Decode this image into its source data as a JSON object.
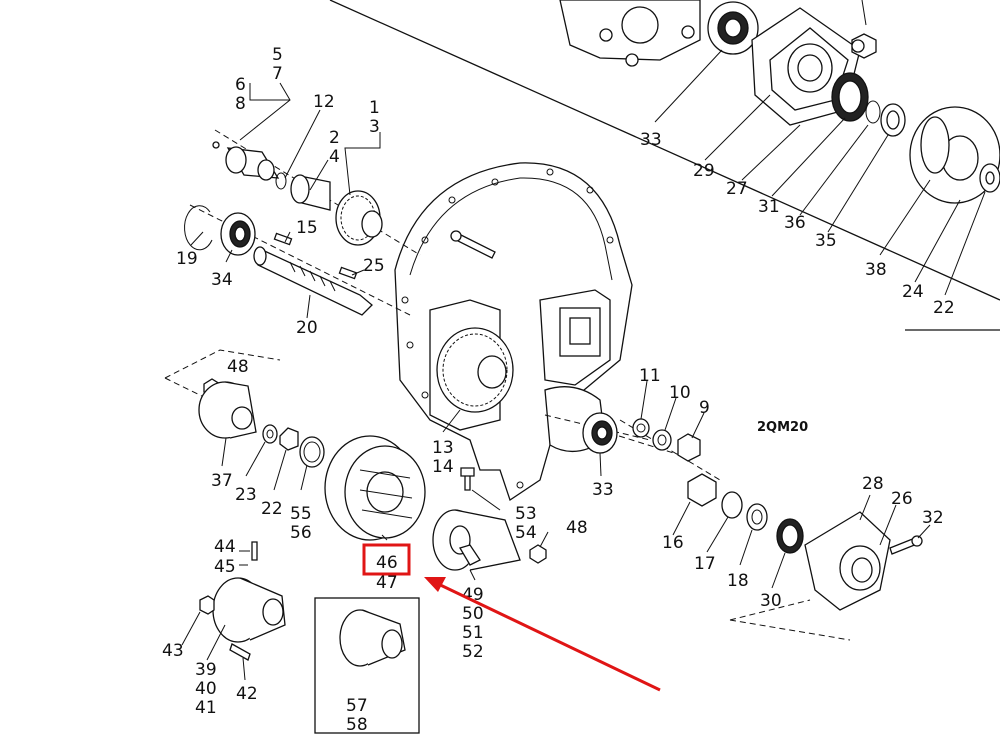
{
  "model_label": "2QM20",
  "highlight_color": "#e01515",
  "callouts": [
    {
      "id": "c5",
      "text": "5"
    },
    {
      "id": "c7",
      "text": "7"
    },
    {
      "id": "c6",
      "text": "6"
    },
    {
      "id": "c8",
      "text": "8"
    },
    {
      "id": "c12",
      "text": "12"
    },
    {
      "id": "c1",
      "text": "1"
    },
    {
      "id": "c3",
      "text": "3"
    },
    {
      "id": "c2",
      "text": "2"
    },
    {
      "id": "c4",
      "text": "4"
    },
    {
      "id": "c15",
      "text": "15"
    },
    {
      "id": "c19",
      "text": "19"
    },
    {
      "id": "c34",
      "text": "34"
    },
    {
      "id": "c25",
      "text": "25"
    },
    {
      "id": "c20",
      "text": "20"
    },
    {
      "id": "c48a",
      "text": "48"
    },
    {
      "id": "c37",
      "text": "37"
    },
    {
      "id": "c23",
      "text": "23"
    },
    {
      "id": "c22a",
      "text": "22"
    },
    {
      "id": "c55",
      "text": "55"
    },
    {
      "id": "c56",
      "text": "56"
    },
    {
      "id": "c13",
      "text": "13"
    },
    {
      "id": "c14",
      "text": "14"
    },
    {
      "id": "c33a",
      "text": "33"
    },
    {
      "id": "c11",
      "text": "11"
    },
    {
      "id": "c10",
      "text": "10"
    },
    {
      "id": "c9",
      "text": "9"
    },
    {
      "id": "c53",
      "text": "53"
    },
    {
      "id": "c54",
      "text": "54"
    },
    {
      "id": "c48b",
      "text": "48"
    },
    {
      "id": "c46",
      "text": "46"
    },
    {
      "id": "c47",
      "text": "47"
    },
    {
      "id": "c49",
      "text": "49"
    },
    {
      "id": "c50",
      "text": "50"
    },
    {
      "id": "c51",
      "text": "51"
    },
    {
      "id": "c52",
      "text": "52"
    },
    {
      "id": "c44",
      "text": "44"
    },
    {
      "id": "c45",
      "text": "45"
    },
    {
      "id": "c43",
      "text": "43"
    },
    {
      "id": "c39",
      "text": "39"
    },
    {
      "id": "c40",
      "text": "40"
    },
    {
      "id": "c41",
      "text": "41"
    },
    {
      "id": "c42",
      "text": "42"
    },
    {
      "id": "c57",
      "text": "57"
    },
    {
      "id": "c58",
      "text": "58"
    },
    {
      "id": "c16",
      "text": "16"
    },
    {
      "id": "c17",
      "text": "17"
    },
    {
      "id": "c18",
      "text": "18"
    },
    {
      "id": "c30",
      "text": "30"
    },
    {
      "id": "c28",
      "text": "28"
    },
    {
      "id": "c26",
      "text": "26"
    },
    {
      "id": "c32",
      "text": "32"
    },
    {
      "id": "c33b",
      "text": "33"
    },
    {
      "id": "c29",
      "text": "29"
    },
    {
      "id": "c27",
      "text": "27"
    },
    {
      "id": "c31",
      "text": "31"
    },
    {
      "id": "c36",
      "text": "36"
    },
    {
      "id": "c35",
      "text": "35"
    },
    {
      "id": "c38",
      "text": "38"
    },
    {
      "id": "c24",
      "text": "24"
    },
    {
      "id": "c22b",
      "text": "22"
    }
  ]
}
